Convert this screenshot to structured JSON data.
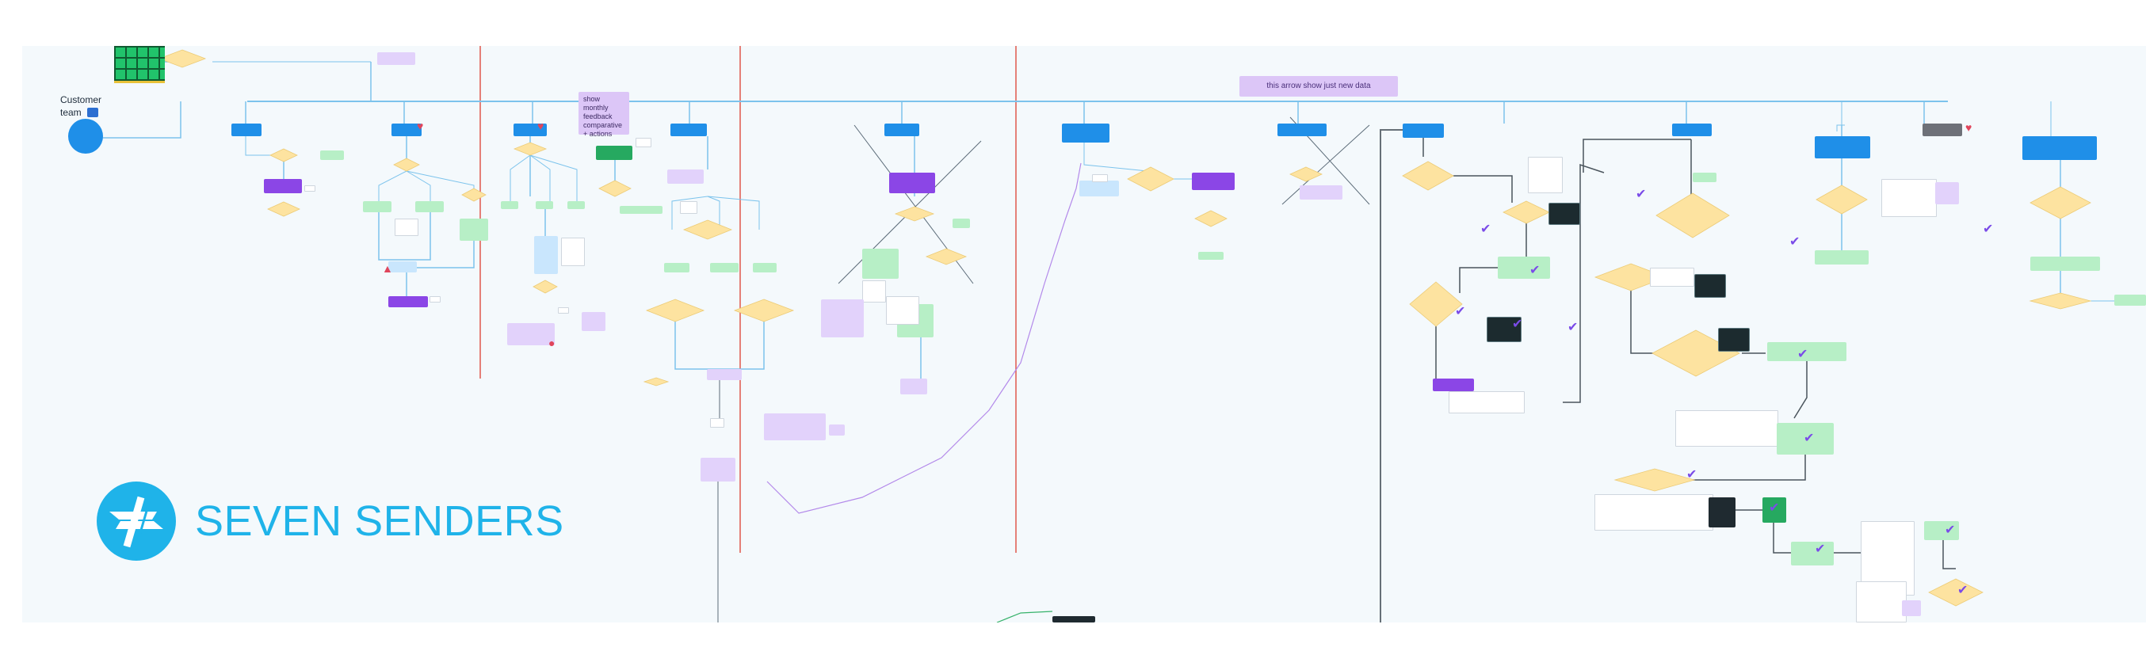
{
  "board": {
    "background": "#f4f9fc",
    "team_label": "Customer team",
    "banner": "this arrow show just new data",
    "note": "show monthly feedback comparative + actions",
    "logo_text": "SEVEN SENDERS",
    "colors": {
      "process": "#1f8fe8",
      "decision": "#fde3a0",
      "done": "#b7efc6",
      "note": "#e2d2fb",
      "divider": "#e0584c",
      "connector": "#7cc3ec",
      "brand": "#1fb3e9"
    }
  }
}
